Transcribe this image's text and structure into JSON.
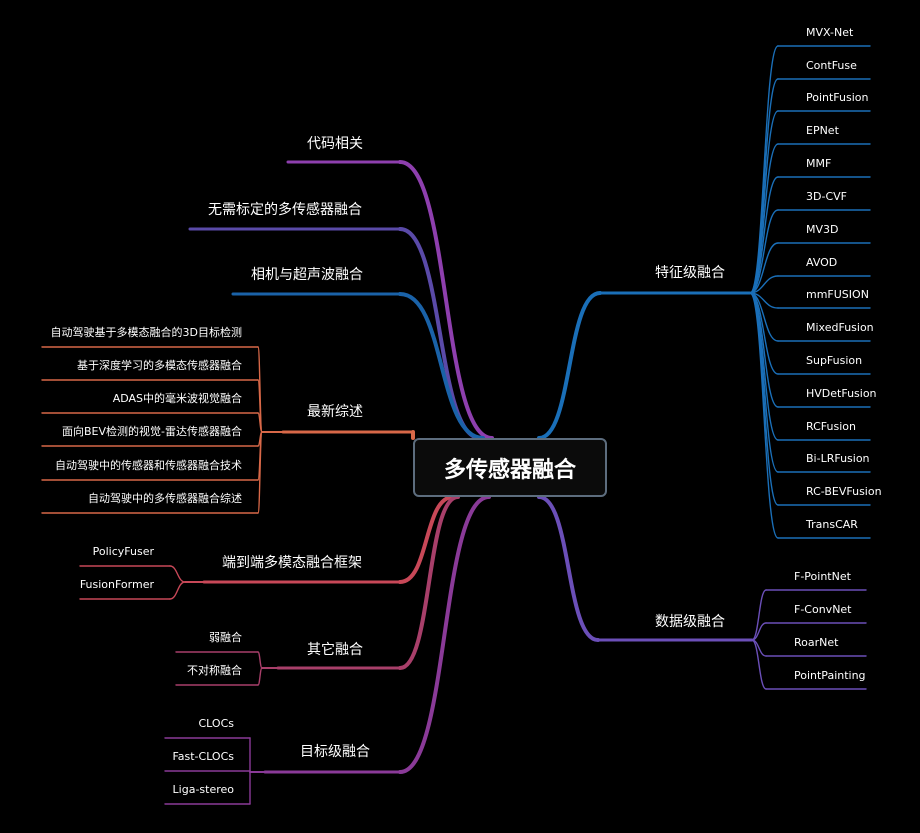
{
  "root": {
    "label": "多传感器融合"
  },
  "branches": [
    {
      "id": "feature",
      "label": "特征级融合",
      "color": "#1a6fb8",
      "children": [
        "MVX-Net",
        "ContFuse",
        "PointFusion",
        "EPNet",
        "MMF",
        "3D-CVF",
        "MV3D",
        "AVOD",
        "mmFUSION",
        "MixedFusion",
        "SupFusion",
        "HVDetFusion",
        "RCFusion",
        "Bi-LRFusion",
        "RC-BEVFusion",
        "TransCAR"
      ]
    },
    {
      "id": "data",
      "label": "数据级融合",
      "color": "#6b4fb8",
      "children": [
        "F-PointNet",
        "F-ConvNet",
        "RoarNet",
        "PointPainting"
      ]
    },
    {
      "id": "code",
      "label": "代码相关",
      "color": "#8e3fae",
      "children": []
    },
    {
      "id": "calib",
      "label": "无需标定的多传感器融合",
      "color": "#5a4aa8",
      "children": []
    },
    {
      "id": "camera",
      "label": "相机与超声波融合",
      "color": "#1a62a8",
      "children": []
    },
    {
      "id": "review",
      "label": "最新综述",
      "color": "#d86848",
      "children": [
        "自动驾驶基于多模态融合的3D目标检测",
        "基于深度学习的多模态传感器融合",
        "ADAS中的毫米波视觉融合",
        "面向BEV检测的视觉-雷达传感器融合",
        "自动驾驶中的传感器和传感器融合技术",
        "自动驾驶中的多传感器融合综述"
      ]
    },
    {
      "id": "e2e",
      "label": "端到端多模态融合框架",
      "color": "#c84858",
      "children": [
        "PolicyFuser",
        "FusionFormer"
      ]
    },
    {
      "id": "other",
      "label": "其它融合",
      "color": "#a83f6a",
      "children": [
        "弱融合",
        "不对称融合"
      ]
    },
    {
      "id": "target",
      "label": "目标级融合",
      "color": "#8a3a98",
      "children": [
        "CLOCs",
        "Fast-CLOCs",
        "Liga-stereo"
      ]
    }
  ]
}
